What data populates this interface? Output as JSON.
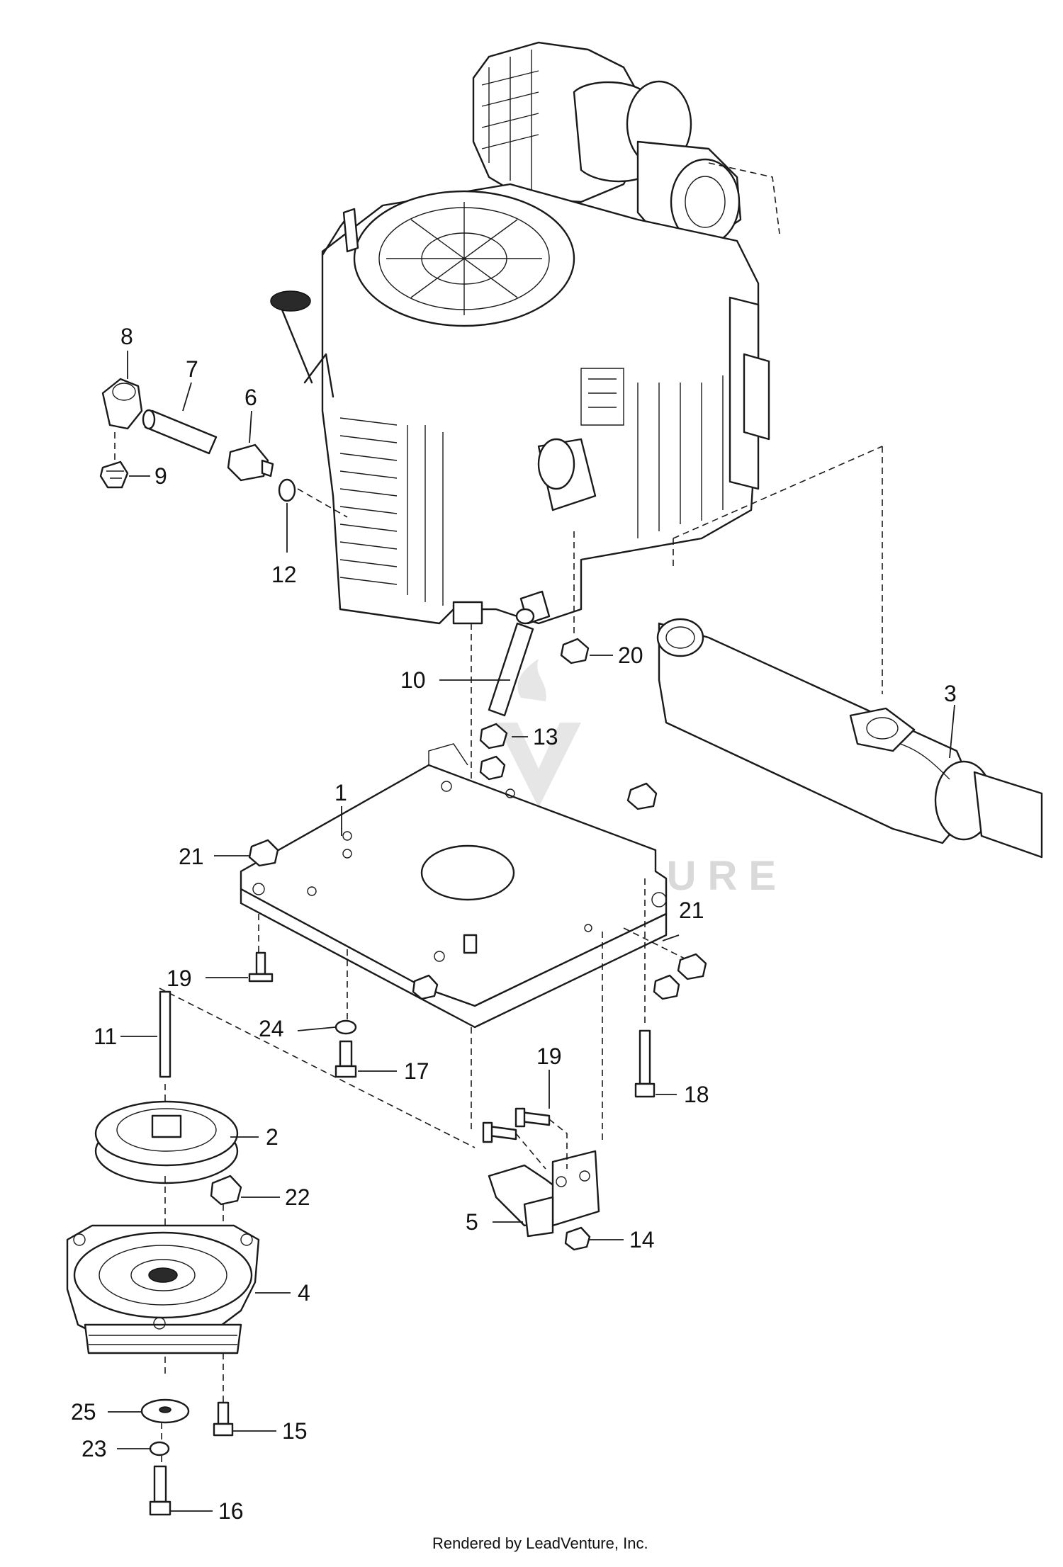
{
  "watermark": "LEADVENTURE",
  "credit": "Rendered by LeadVenture, Inc.",
  "callouts": {
    "c1": "1",
    "c2": "2",
    "c3": "3",
    "c4": "4",
    "c5": "5",
    "c6": "6",
    "c7": "7",
    "c8": "8",
    "c9": "9",
    "c10": "10",
    "c11": "11",
    "c12": "12",
    "c13": "13",
    "c14": "14",
    "c15": "15",
    "c16": "16",
    "c17": "17",
    "c18": "18",
    "c19a": "19",
    "c19b": "19",
    "c20": "20",
    "c21a": "21",
    "c21b": "21",
    "c22": "22",
    "c23": "23",
    "c24": "24",
    "c25": "25"
  }
}
